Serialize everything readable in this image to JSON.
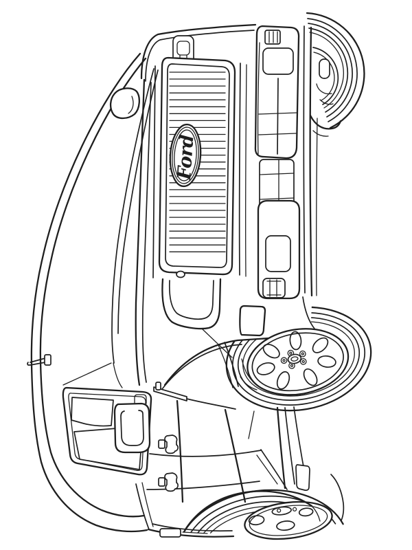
{
  "page": {
    "background_color": "#ffffff",
    "line_color": "#1f1f1f"
  },
  "logo": {
    "text": "Ford"
  },
  "artwork": {
    "style": "black-and-white line art coloring page",
    "subject": "Ford crew-cab pickup truck",
    "pose": "three-quarter front view rotated 90 degrees, front end pointing up",
    "elements": [
      "radiator-grille-with-slats",
      "ford-oval-badge",
      "headlight-cluster",
      "parking-light",
      "fog-light",
      "tow-hook",
      "front-bumper",
      "windshield-and-a-pillar",
      "roof-line",
      "far-side-mirror",
      "near-side-mirror",
      "door-windows",
      "door-handles",
      "antenna",
      "running-board-step",
      "front-alloy-wheel-seven-spoke",
      "lug-nuts",
      "rear-steel-wheel",
      "wheel-arches",
      "frame-rails"
    ]
  }
}
